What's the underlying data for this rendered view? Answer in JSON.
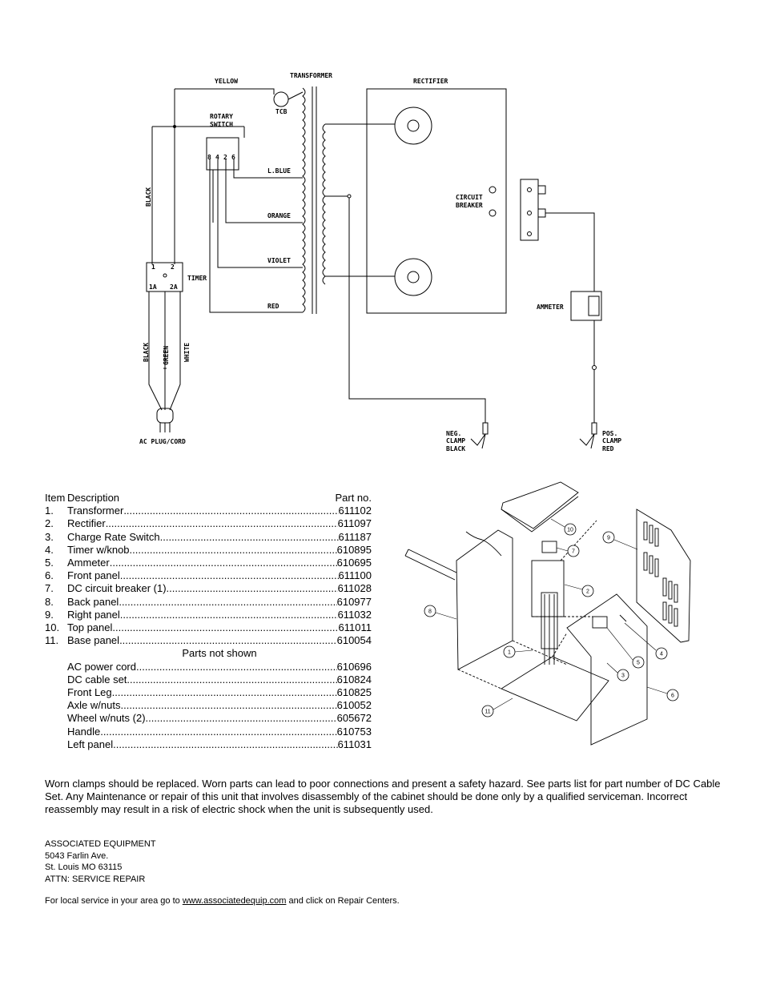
{
  "schematic": {
    "labels": {
      "yellow": "YELLOW",
      "transformer": "TRANSFORMER",
      "rectifier": "RECTIFIER",
      "tcb": "TCB",
      "rotary_switch_1": "ROTARY",
      "rotary_switch_2": "SWITCH",
      "switch_pins": [
        "8",
        "4",
        "2",
        "6"
      ],
      "l_blue": "L.BLUE",
      "orange": "ORANGE",
      "violet": "VIOLET",
      "red": "RED",
      "black_side": "BLACK",
      "timer": "TIMER",
      "timer_pins": [
        "1",
        "2",
        "1A",
        "2A"
      ],
      "circuit_breaker_1": "CIRCUIT",
      "circuit_breaker_2": "BREAKER",
      "ammeter": "AMMETER",
      "cord_black": "BLACK",
      "cord_green": "GREEN",
      "cord_white": "WHITE",
      "ac_plug": "AC PLUG/CORD",
      "neg_clamp": [
        "NEG.",
        "CLAMP",
        "BLACK"
      ],
      "pos_clamp": [
        "POS.",
        "CLAMP",
        "RED"
      ]
    }
  },
  "parts": {
    "headers": {
      "item": "Item",
      "description": "Description",
      "part_no": "Part no."
    },
    "items": [
      {
        "num": "1.",
        "desc": "Transformer",
        "part": "611102"
      },
      {
        "num": "2.",
        "desc": "Rectifier",
        "part": "611097"
      },
      {
        "num": "3.",
        "desc": "Charge Rate Switch ",
        "part": "611187"
      },
      {
        "num": "4.",
        "desc": "Timer w/knob",
        "part": "610895"
      },
      {
        "num": "5.",
        "desc": "Ammeter",
        "part": "610695"
      },
      {
        "num": "6.",
        "desc": "Front panel ",
        "part": "611100"
      },
      {
        "num": "7.",
        "desc": "DC circuit breaker (1) ",
        "part": "611028"
      },
      {
        "num": "8.",
        "desc": "Back panel ",
        "part": "610977"
      },
      {
        "num": "9.",
        "desc": "Right panel ",
        "part": "611032"
      },
      {
        "num": "10.",
        "desc": "Top panel ",
        "part": "611011"
      },
      {
        "num": "11.",
        "desc": "Base panel ",
        "part": "610054"
      }
    ],
    "not_shown_title": "Parts not shown",
    "not_shown": [
      {
        "desc": "AC power cord",
        "part": "610696"
      },
      {
        "desc": "DC cable set",
        "part": "610824"
      },
      {
        "desc": "Front Leg",
        "part": "610825"
      },
      {
        "desc": "Axle w/nuts ",
        "part": "610052"
      },
      {
        "desc": "Wheel w/nuts (2) ",
        "part": "605672"
      },
      {
        "desc": "Handle",
        "part": "610753"
      },
      {
        "desc": "Left panel ",
        "part": "611031"
      }
    ]
  },
  "exploded": {
    "callouts": [
      "1",
      "2",
      "3",
      "4",
      "5",
      "6",
      "7",
      "8",
      "9",
      "10",
      "11"
    ]
  },
  "warning": "Worn clamps should be replaced.  Worn parts can lead to poor connections and present a safety hazard.  See parts list for part number of DC Cable Set.  Any Maintenance or repair of this unit that involves disassembly of the cabinet should be done only by a qualified serviceman. Incorrect reassembly may result in a risk of electric shock when the unit is subsequently used.",
  "address": {
    "line1": "ASSOCIATED EQUIPMENT",
    "line2": "5043 Farlin Ave.",
    "line3": "St. Louis MO 63115",
    "line4": "ATTN: SERVICE REPAIR"
  },
  "service": {
    "prefix": "For local service in your area go to ",
    "link": "www.associatedequip.com",
    "suffix": " and click on Repair Centers."
  }
}
